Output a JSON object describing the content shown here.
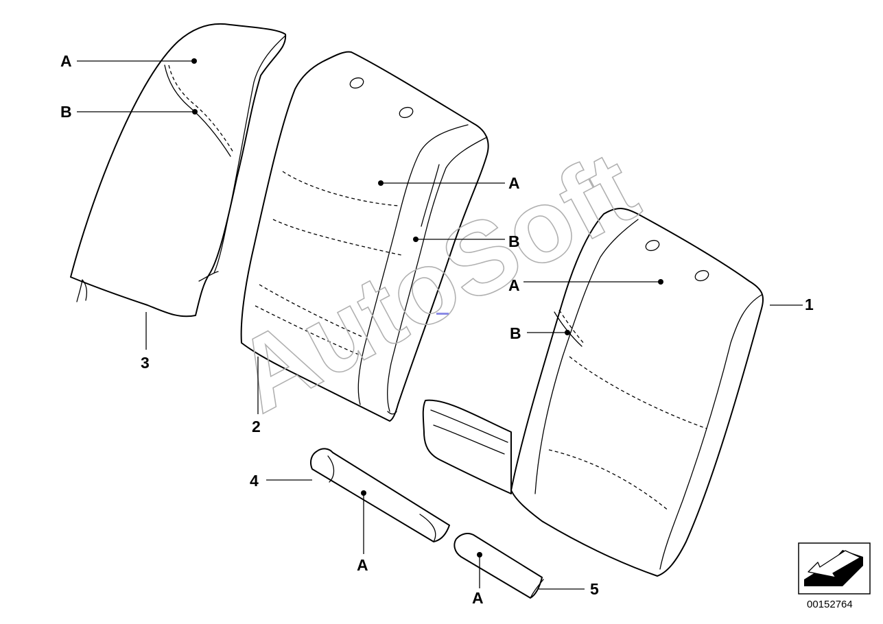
{
  "watermark": "AutoSoft",
  "drawing_number": "00152764",
  "callouts": {
    "part1": "1",
    "part2": "2",
    "part3": "3",
    "part4": "4",
    "part5": "5",
    "p3_a": "A",
    "p3_b": "B",
    "p2_a": "A",
    "p2_b": "B",
    "p1_a": "A",
    "p1_b": "B",
    "p4_a": "A",
    "p5_a": "A"
  },
  "icons": {
    "orientation_arrow": "arrow-icon"
  }
}
